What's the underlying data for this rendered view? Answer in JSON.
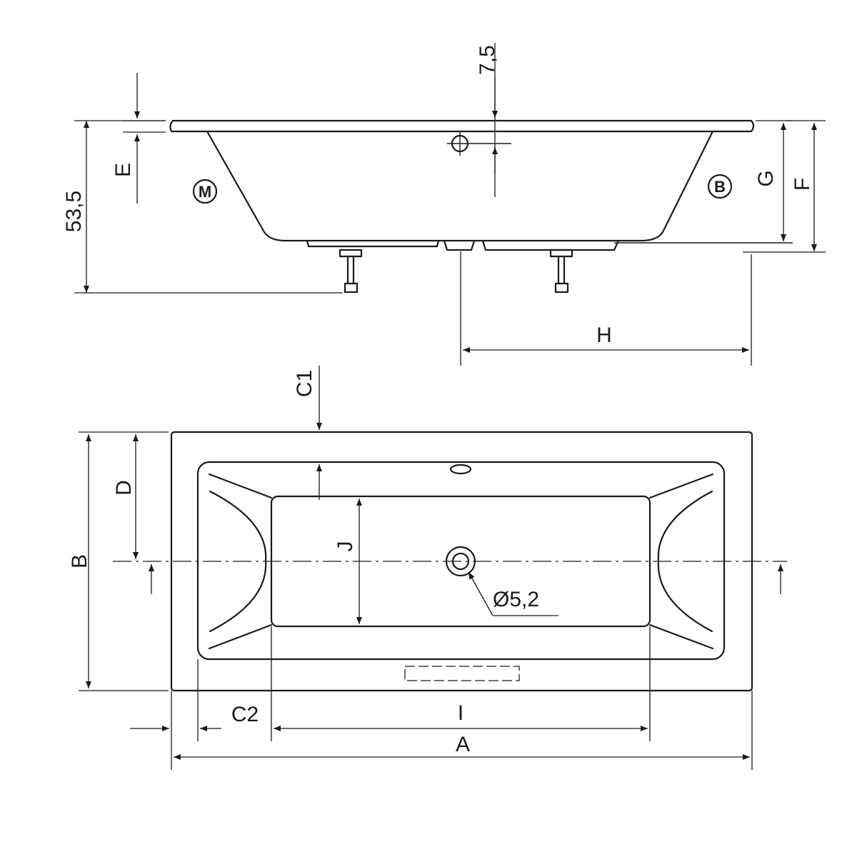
{
  "side_view": {
    "label_height_total": "53,5",
    "label_top_offset": "7,5",
    "label_e": "E",
    "label_f": "F",
    "label_g": "G",
    "label_h": "H",
    "badge_left": "M",
    "badge_right": "B"
  },
  "top_view": {
    "label_a": "A",
    "label_b": "B",
    "label_c1": "C1",
    "label_c2": "C2",
    "label_d": "D",
    "label_i": "I",
    "label_j": "J",
    "label_drain": "Ø5,2"
  }
}
